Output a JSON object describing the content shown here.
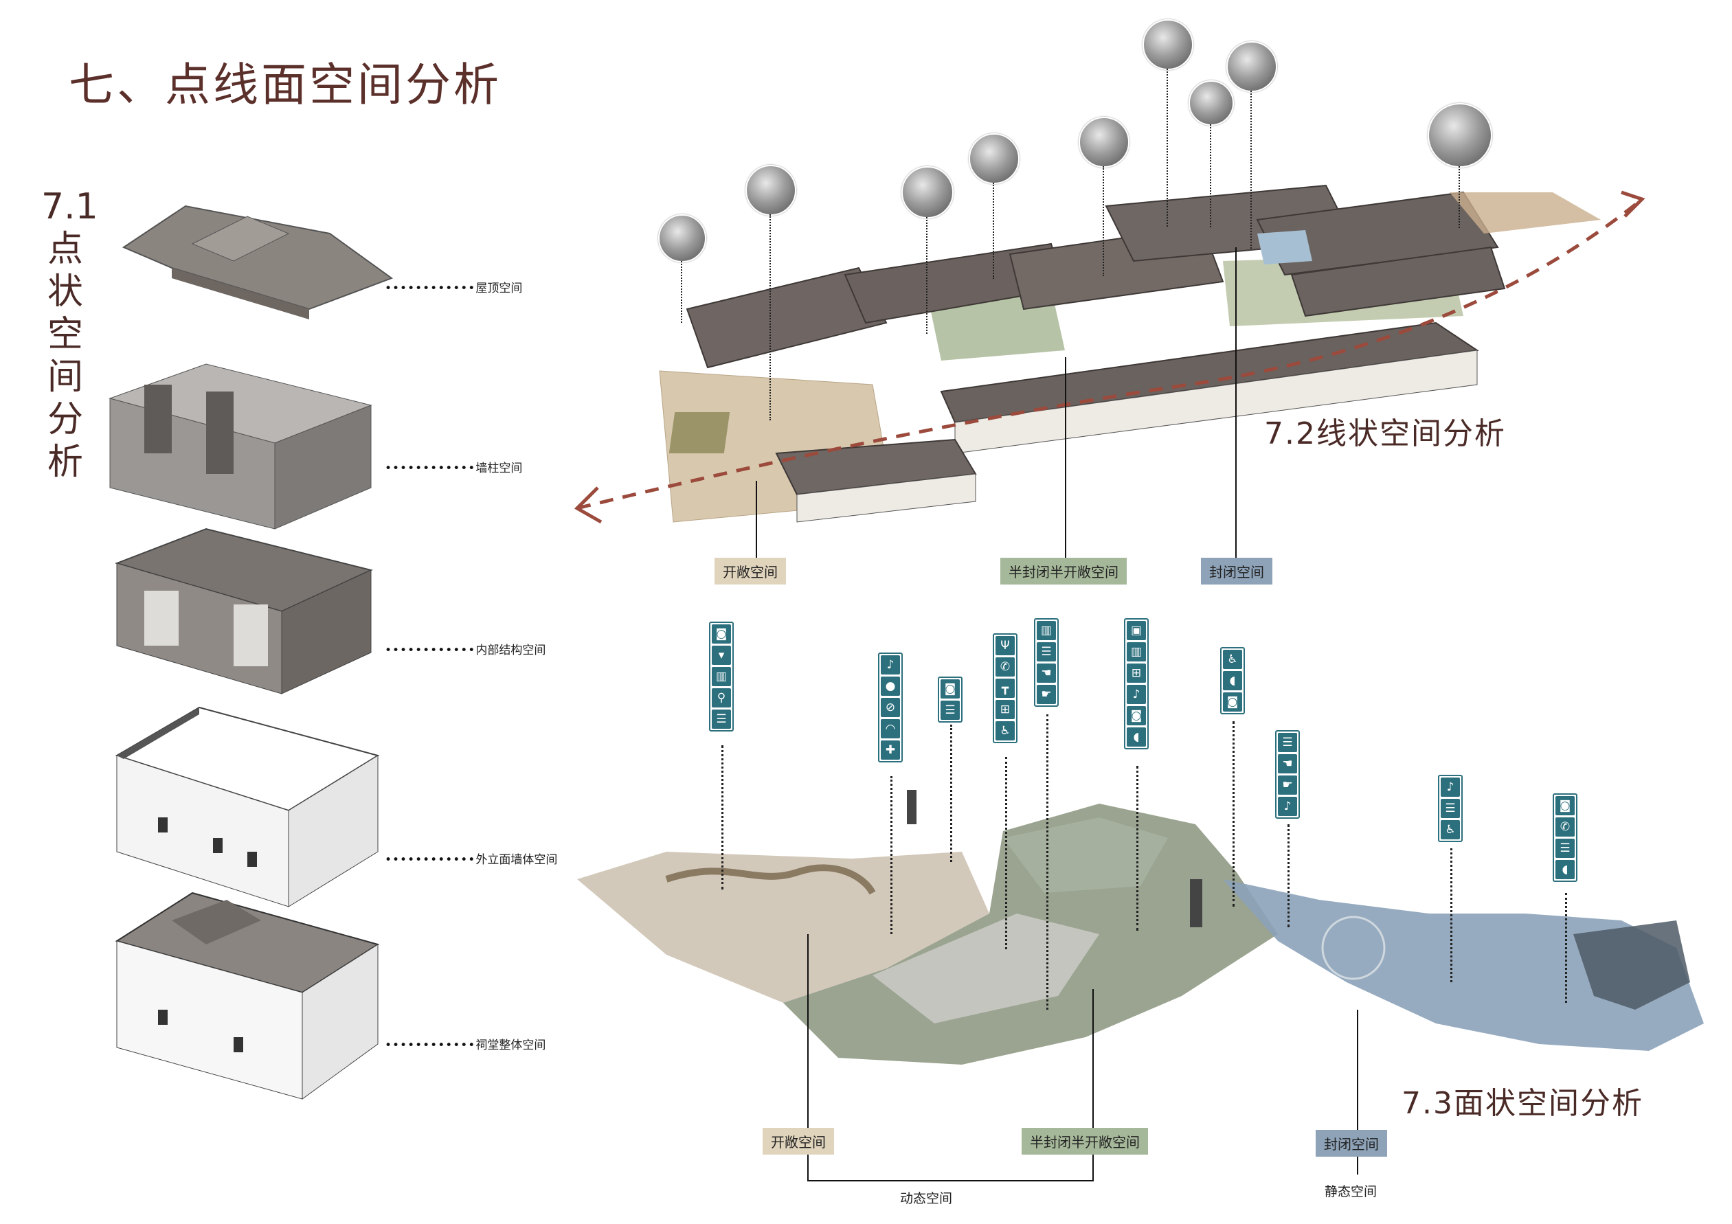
{
  "title": "七、点线面空间分析",
  "section1": {
    "title": "7.1点状空间分析",
    "layers": [
      "屋顶空间",
      "墙柱空间",
      "内部结构空间",
      "外立面墙体空间",
      "祠堂整体空间"
    ]
  },
  "section2": {
    "title": "7.2线状空间分析",
    "tags": {
      "open": "开敞空间",
      "semi": "半封闭半开敞空间",
      "closed": "封闭空间"
    }
  },
  "section3": {
    "title": "7.3面状空间分析",
    "tags": {
      "open": "开敞空间",
      "semi": "半封闭半开敞空间",
      "closed": "封闭空间"
    },
    "dynamic": "动态空间",
    "static": "静态空间",
    "icon_groups": [
      [
        "camera-icon",
        "ice-cream-icon",
        "trash-icon",
        "fitness-icon",
        "bench-icon"
      ],
      [
        "music-icon",
        "location-icon",
        "no-smoking-icon",
        "wifi-icon",
        "first-aid-icon"
      ],
      [
        "camera-icon",
        "bench-icon"
      ],
      [
        "restaurant-icon",
        "phone-icon",
        "faucet-icon",
        "cart-icon",
        "wheelchair-icon"
      ],
      [
        "trash-icon",
        "bench-icon",
        "hand-icon",
        "massage-icon"
      ],
      [
        "gift-icon",
        "trash-icon",
        "cart-icon",
        "music-icon",
        "camera-icon",
        "toilet-icon"
      ],
      [
        "wheelchair-icon",
        "toilet-icon",
        "camera-icon"
      ],
      [
        "bench-icon",
        "hand-icon",
        "massage-icon",
        "music-icon"
      ],
      [
        "music-icon",
        "bench-icon",
        "wheelchair-icon"
      ],
      [
        "camera-icon",
        "phone-icon",
        "bench-icon",
        "toilet-icon"
      ]
    ]
  },
  "colors": {
    "title": "#5b2f2a",
    "icon": "#2c6f7d",
    "open": "#e1d4bd",
    "semi": "#a6b89a",
    "closed": "#8ea3b8",
    "arrow": "#9b4a3c"
  }
}
